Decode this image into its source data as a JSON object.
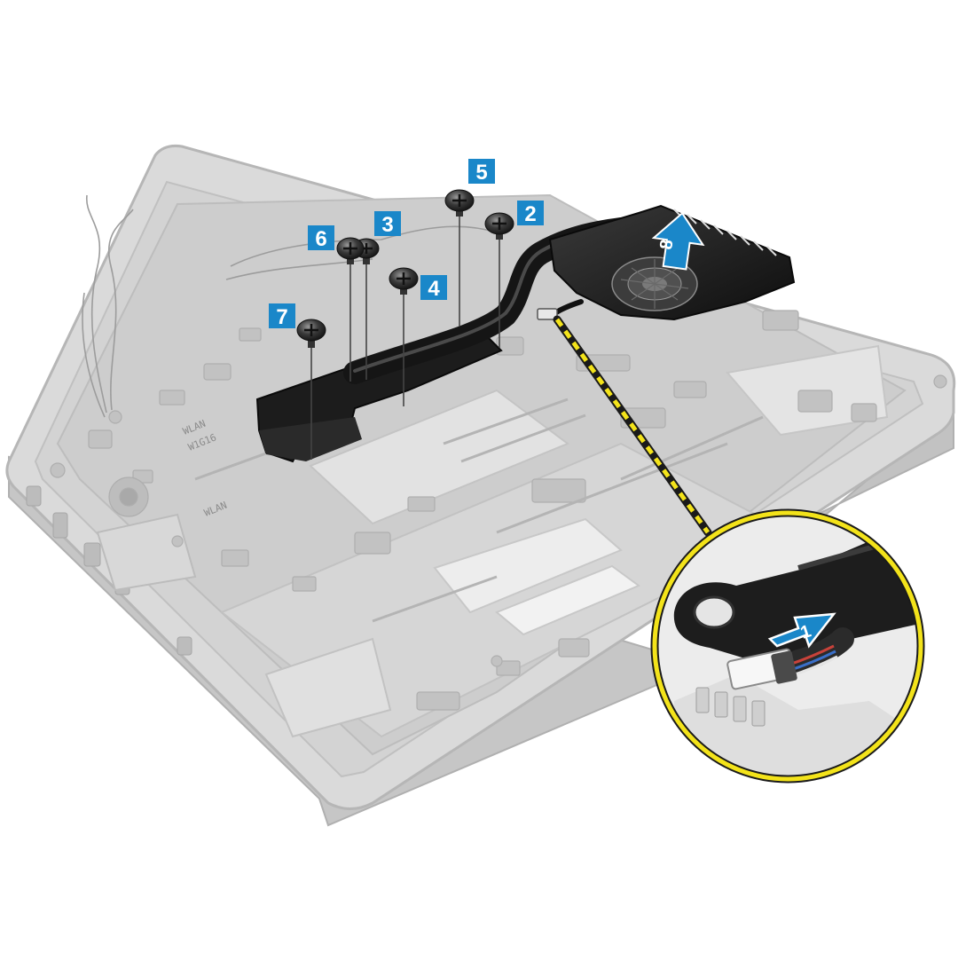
{
  "colors": {
    "background": "#ffffff",
    "chassis": "#d9d9d9",
    "chassis_edge": "#b4b4b4",
    "board": "#cfcfcf",
    "heatsink": "#1c1c1c",
    "badge": "#1a87c9",
    "callout_ring": "#f3e31a",
    "screw": "#2a2a2a"
  },
  "steps": {
    "step_1": "1",
    "step_2": "2",
    "step_3": "3",
    "step_4": "4",
    "step_5": "5",
    "step_6": "6",
    "step_7": "7",
    "step_8": "8"
  },
  "board_labels": {
    "wlan_1": "WLAN",
    "wlan_2": "WLAN",
    "code": "W1G16"
  },
  "icons": {
    "screw": "screw-icon",
    "lift_arrow": "arrow-up-icon",
    "disconnect_arrow": "arrow-right-icon"
  }
}
